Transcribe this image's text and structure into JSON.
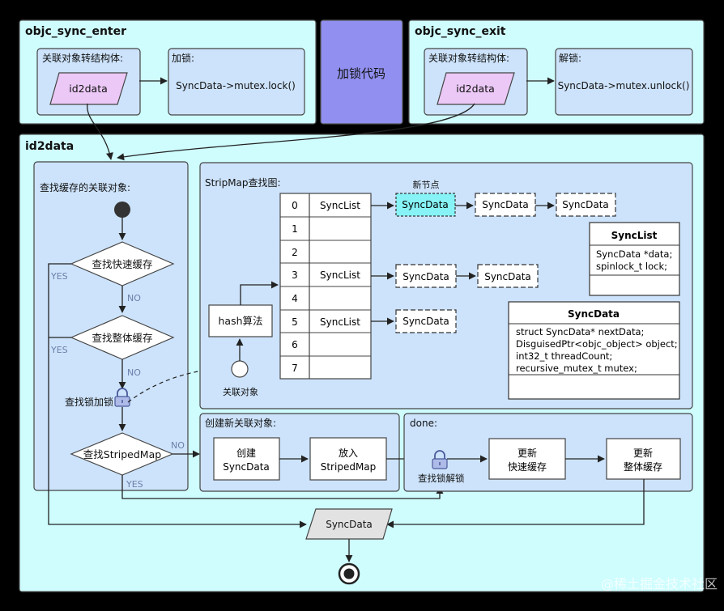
{
  "enter": {
    "title": "objc_sync_enter",
    "convert_label": "关联对象转结构体:",
    "id2data": "id2data",
    "lock_label": "加锁:",
    "lock_code": "SyncData->mutex.lock()"
  },
  "exit": {
    "title": "objc_sync_exit",
    "convert_label": "关联对象转结构体:",
    "id2data": "id2data",
    "unlock_label": "解锁:",
    "unlock_code": "SyncData->mutex.unlock()"
  },
  "lock_code_box": "加锁代码",
  "id2data": {
    "title": "id2data",
    "find_cache_label": "查找缓存的关联对象:",
    "fast_cache": "查找快速缓存",
    "full_cache": "查找整体缓存",
    "lock_find": "查找锁加锁",
    "find_stripedmap": "查找StripedMap",
    "yes": "YES",
    "no": "NO",
    "stripmap_label": "StripMap查找图:",
    "new_node": "新节点",
    "hash": "hash算法",
    "assoc_object": "关联对象",
    "rows": [
      {
        "index": "0",
        "value": "SyncList"
      },
      {
        "index": "1",
        "value": ""
      },
      {
        "index": "2",
        "value": ""
      },
      {
        "index": "3",
        "value": "SyncList"
      },
      {
        "index": "4",
        "value": ""
      },
      {
        "index": "5",
        "value": "SyncList"
      },
      {
        "index": "6",
        "value": ""
      },
      {
        "index": "7",
        "value": ""
      }
    ],
    "syncdata_node": "SyncData",
    "synclist_struct": {
      "title": "SyncList",
      "fields": [
        "SyncData *data;",
        "spinlock_t lock;"
      ]
    },
    "syncdata_struct": {
      "title": "SyncData",
      "fields": [
        "struct SyncData* nextData;",
        "DisguisedPtr<objc_object> object;",
        "int32_t threadCount;",
        "recursive_mutex_t mutex;"
      ]
    },
    "create_label": "创建新关联对象:",
    "create": [
      "创建",
      "SyncData"
    ],
    "put": [
      "放入",
      "StripedMap"
    ],
    "done_label": "done:",
    "lock_find_unlock": "查找锁解锁",
    "update_fast": [
      "更新",
      "快速缓存"
    ],
    "update_full": [
      "更新",
      "整体缓存"
    ],
    "result": "SyncData"
  },
  "watermark": "@稀土掘金技术社区",
  "colors": {
    "outer": "#cffdfe",
    "inner": "#cde3fb",
    "lock_box": "#9190f0",
    "id2data_shape": "#ebc8f6",
    "new_node": "#87f3f6",
    "result": "#e2e2e2"
  }
}
